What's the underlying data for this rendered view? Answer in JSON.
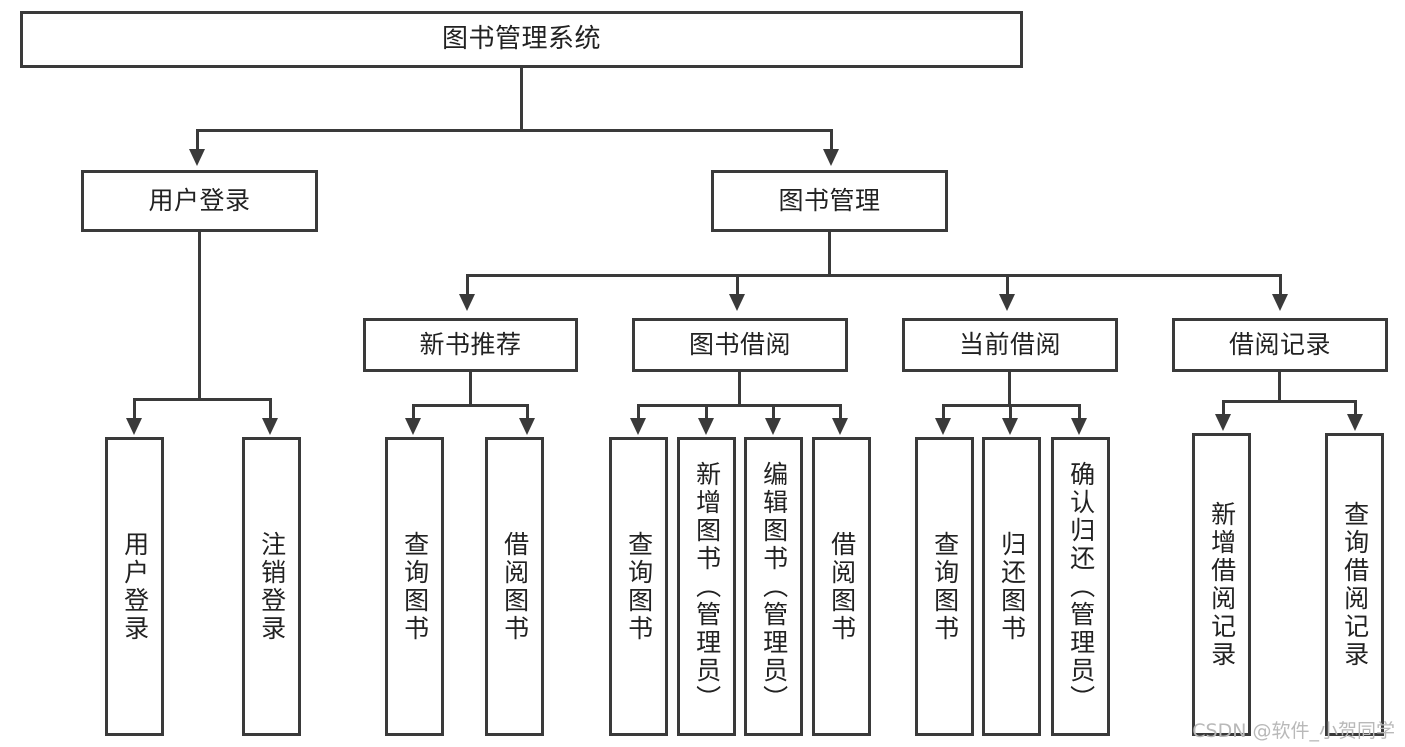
{
  "diagram": {
    "title": "图书管理系统",
    "watermark": "CSDN @软件_小贺同学",
    "colors": {
      "stroke": "#3a3a3a",
      "fill": "#ffffff",
      "text": "#222222",
      "watermark": "#b9b9b9"
    },
    "root": {
      "label": "图书管理系统"
    },
    "level2": [
      {
        "label": "用户登录"
      },
      {
        "label": "图书管理"
      }
    ],
    "level3": [
      {
        "label": "新书推荐"
      },
      {
        "label": "图书借阅"
      },
      {
        "label": "当前借阅"
      },
      {
        "label": "借阅记录"
      }
    ],
    "leaves": {
      "user_login": [
        {
          "label": "用户登录"
        },
        {
          "label": "注销登录"
        }
      ],
      "new_book": [
        {
          "label": "查询图书"
        },
        {
          "label": "借阅图书"
        }
      ],
      "book_borrow": [
        {
          "label": "查询图书"
        },
        {
          "label": "新增图书（管理员）"
        },
        {
          "label": "编辑图书（管理员）"
        },
        {
          "label": "借阅图书"
        }
      ],
      "current_borrow": [
        {
          "label": "查询图书"
        },
        {
          "label": "归还图书"
        },
        {
          "label": "确认归还（管理员）"
        }
      ],
      "borrow_record": [
        {
          "label": "新增借阅记录"
        },
        {
          "label": "查询借阅记录"
        }
      ]
    }
  }
}
